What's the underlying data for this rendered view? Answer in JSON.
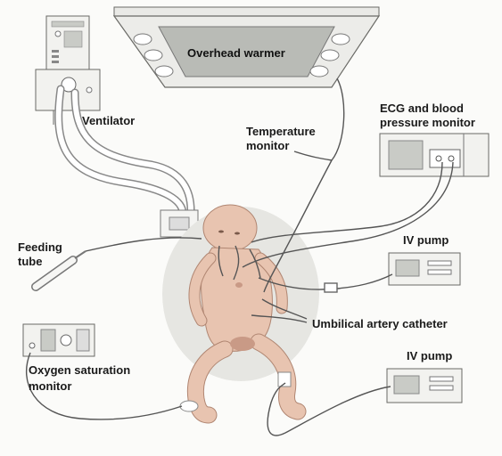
{
  "labels": {
    "overhead_warmer": "Overhead warmer",
    "ventilator": "Ventilator",
    "temperature_monitor_1": "Temperature",
    "temperature_monitor_2": "monitor",
    "ecg_1": "ECG and blood",
    "ecg_2": "pressure monitor",
    "feeding_tube_1": "Feeding",
    "feeding_tube_2": "tube",
    "iv_pump_upper": "IV pump",
    "umbilical_catheter": "Umbilical artery catheter",
    "oxygen_sat_1": "Oxygen saturation",
    "oxygen_sat_2": "monitor",
    "iv_pump_lower": "IV pump"
  },
  "colors": {
    "device_fill": "#f2f2ef",
    "device_stroke": "#6a6a66",
    "screen": "#c9cbc6",
    "skin": "#e8c4b0",
    "skin_shadow": "#c99a86",
    "cable": "#555555"
  }
}
